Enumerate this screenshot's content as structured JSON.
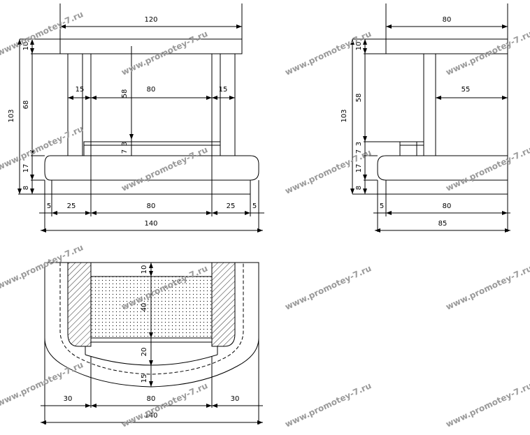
{
  "front": {
    "width_total": "120",
    "col_width_left": "15",
    "inner_width": "80",
    "col_width_right": "15",
    "col_height": "58",
    "gap_a": "7",
    "gap_b": "3",
    "top_thickness": "10",
    "leg_height": "68",
    "overall_height": "103",
    "base_thickness": "17",
    "foot_height": "8",
    "base_side_left": "5",
    "base_offset_left": "25",
    "base_inner": "80",
    "base_offset_right": "25",
    "base_side_right": "5",
    "base_width": "140"
  },
  "side": {
    "width_total": "80",
    "top_thickness": "10",
    "col_height": "58",
    "overhang": "55",
    "overall_height": "103",
    "gap_a": "7",
    "gap_b": "3",
    "base_thickness": "17",
    "foot_height": "8",
    "base_side": "5",
    "base_inner": "80",
    "base_width": "85"
  },
  "plan": {
    "depth_top": "10",
    "depth_seat": "40",
    "depth_front": "20",
    "depth_edge": "15",
    "side_left": "30",
    "middle": "80",
    "side_right": "30",
    "width": "140"
  },
  "watermark": "www.promotey-7.ru"
}
